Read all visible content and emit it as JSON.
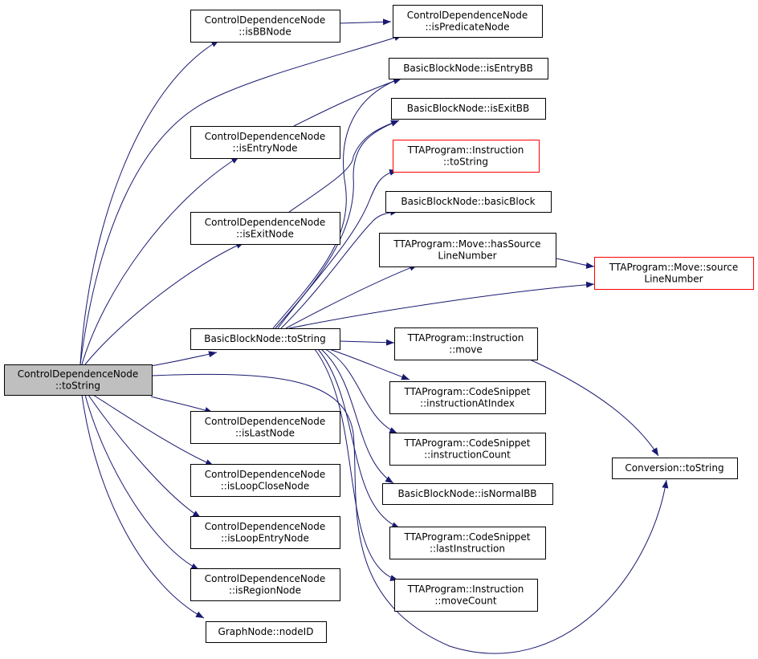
{
  "colors": {
    "edge": "#191970",
    "node_border": "#000000",
    "node_border_external": "#ff0000",
    "node_fill": "#ffffff",
    "focus_fill": "#bfbfbf",
    "text": "#000000"
  },
  "nodes": [
    {
      "id": "cdn_tostring",
      "lines": [
        "ControlDependenceNode",
        "::toString"
      ],
      "style": "focus"
    },
    {
      "id": "cdn_isbbnode",
      "lines": [
        "ControlDependenceNode",
        "::isBBNode"
      ],
      "style": "normal"
    },
    {
      "id": "cdn_ispredicatenode",
      "lines": [
        "ControlDependenceNode",
        "::isPredicateNode"
      ],
      "style": "normal"
    },
    {
      "id": "cdn_isentrynode",
      "lines": [
        "ControlDependenceNode",
        "::isEntryNode"
      ],
      "style": "normal"
    },
    {
      "id": "cdn_isexitnode",
      "lines": [
        "ControlDependenceNode",
        "::isExitNode"
      ],
      "style": "normal"
    },
    {
      "id": "bbn_tostring",
      "lines": [
        "BasicBlockNode::toString"
      ],
      "style": "normal"
    },
    {
      "id": "cdn_islastnode",
      "lines": [
        "ControlDependenceNode",
        "::isLastNode"
      ],
      "style": "normal"
    },
    {
      "id": "cdn_isloopclosenode",
      "lines": [
        "ControlDependenceNode",
        "::isLoopCloseNode"
      ],
      "style": "normal"
    },
    {
      "id": "cdn_isloopentrynode",
      "lines": [
        "ControlDependenceNode",
        "::isLoopEntryNode"
      ],
      "style": "normal"
    },
    {
      "id": "cdn_isregionnode",
      "lines": [
        "ControlDependenceNode",
        "::isRegionNode"
      ],
      "style": "normal"
    },
    {
      "id": "gn_nodeid",
      "lines": [
        "GraphNode::nodeID"
      ],
      "style": "normal"
    },
    {
      "id": "bbn_isentrybb",
      "lines": [
        "BasicBlockNode::isEntryBB"
      ],
      "style": "normal"
    },
    {
      "id": "bbn_isexitbb",
      "lines": [
        "BasicBlockNode::isExitBB"
      ],
      "style": "normal"
    },
    {
      "id": "tta_instr_tostring",
      "lines": [
        "TTAProgram::Instruction",
        "::toString"
      ],
      "style": "external"
    },
    {
      "id": "bbn_basicblock",
      "lines": [
        "BasicBlockNode::basicBlock"
      ],
      "style": "normal"
    },
    {
      "id": "tta_move_hassourceline",
      "lines": [
        "TTAProgram::Move::hasSource",
        "LineNumber"
      ],
      "style": "normal"
    },
    {
      "id": "tta_move_sourceline",
      "lines": [
        "TTAProgram::Move::source",
        "LineNumber"
      ],
      "style": "external"
    },
    {
      "id": "tta_instr_move",
      "lines": [
        "TTAProgram::Instruction",
        "::move"
      ],
      "style": "normal"
    },
    {
      "id": "tta_cs_instratindex",
      "lines": [
        "TTAProgram::CodeSnippet",
        "::instructionAtIndex"
      ],
      "style": "normal"
    },
    {
      "id": "tta_cs_instrcount",
      "lines": [
        "TTAProgram::CodeSnippet",
        "::instructionCount"
      ],
      "style": "normal"
    },
    {
      "id": "bbn_isnormalbb",
      "lines": [
        "BasicBlockNode::isNormalBB"
      ],
      "style": "normal"
    },
    {
      "id": "tta_cs_lastinstr",
      "lines": [
        "TTAProgram::CodeSnippet",
        "::lastInstruction"
      ],
      "style": "normal"
    },
    {
      "id": "tta_instr_movecount",
      "lines": [
        "TTAProgram::Instruction",
        "::moveCount"
      ],
      "style": "normal"
    },
    {
      "id": "conv_tostring",
      "lines": [
        "Conversion::toString"
      ],
      "style": "normal"
    }
  ],
  "edges": [
    {
      "from": "cdn_tostring",
      "to": "cdn_isbbnode"
    },
    {
      "from": "cdn_tostring",
      "to": "cdn_ispredicatenode"
    },
    {
      "from": "cdn_tostring",
      "to": "cdn_isentrynode"
    },
    {
      "from": "cdn_tostring",
      "to": "cdn_isexitnode"
    },
    {
      "from": "cdn_tostring",
      "to": "bbn_tostring"
    },
    {
      "from": "cdn_tostring",
      "to": "cdn_islastnode"
    },
    {
      "from": "cdn_tostring",
      "to": "cdn_isloopclosenode"
    },
    {
      "from": "cdn_tostring",
      "to": "cdn_isloopentrynode"
    },
    {
      "from": "cdn_tostring",
      "to": "cdn_isregionnode"
    },
    {
      "from": "cdn_tostring",
      "to": "gn_nodeid"
    },
    {
      "from": "cdn_tostring",
      "to": "conv_tostring"
    },
    {
      "from": "cdn_isbbnode",
      "to": "cdn_ispredicatenode"
    },
    {
      "from": "cdn_isentrynode",
      "to": "bbn_isentrybb"
    },
    {
      "from": "cdn_isexitnode",
      "to": "bbn_isexitbb"
    },
    {
      "from": "bbn_tostring",
      "to": "bbn_isentrybb"
    },
    {
      "from": "bbn_tostring",
      "to": "bbn_isexitbb"
    },
    {
      "from": "bbn_tostring",
      "to": "tta_instr_tostring"
    },
    {
      "from": "bbn_tostring",
      "to": "bbn_basicblock"
    },
    {
      "from": "bbn_tostring",
      "to": "tta_move_hassourceline"
    },
    {
      "from": "bbn_tostring",
      "to": "tta_move_sourceline"
    },
    {
      "from": "bbn_tostring",
      "to": "tta_instr_move"
    },
    {
      "from": "bbn_tostring",
      "to": "tta_cs_instratindex"
    },
    {
      "from": "bbn_tostring",
      "to": "tta_cs_instrcount"
    },
    {
      "from": "bbn_tostring",
      "to": "bbn_isnormalbb"
    },
    {
      "from": "bbn_tostring",
      "to": "tta_cs_lastinstr"
    },
    {
      "from": "bbn_tostring",
      "to": "tta_instr_movecount"
    },
    {
      "from": "tta_move_hassourceline",
      "to": "tta_move_sourceline"
    },
    {
      "from": "tta_instr_move",
      "to": "conv_tostring"
    }
  ]
}
